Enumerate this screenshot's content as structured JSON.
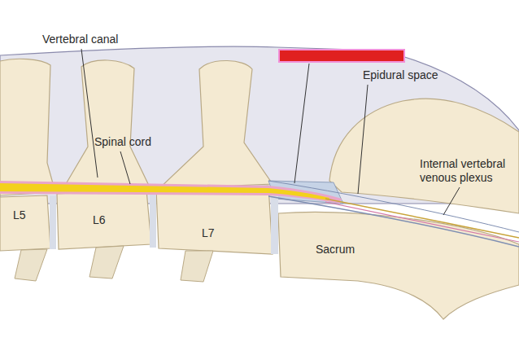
{
  "diagram": {
    "labels": [
      "Vertebral canal",
      "Spinal cord",
      "Epidural space",
      "Internal vertebral venous plexus",
      "L5",
      "L6",
      "L7",
      "Sacrum"
    ]
  }
}
